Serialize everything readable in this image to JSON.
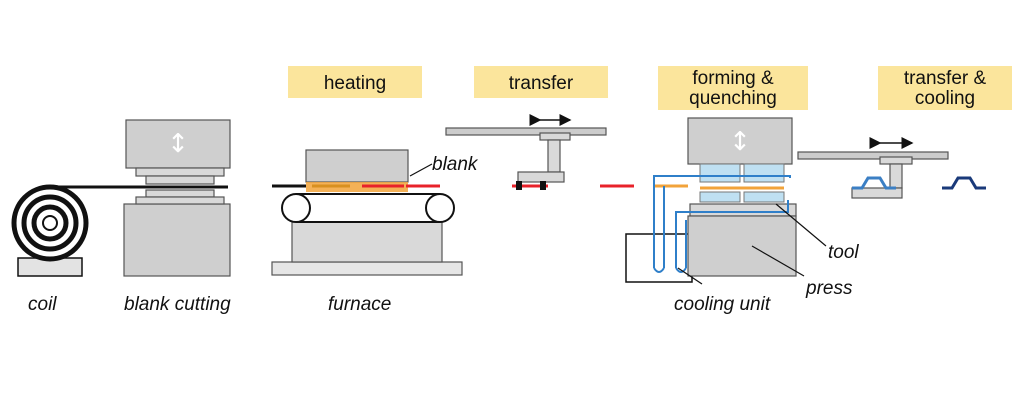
{
  "stages": {
    "heating": "heating",
    "transfer": "transfer",
    "forming_line1": "forming &",
    "forming_line2": "quenching",
    "cooling_line1": "transfer &",
    "cooling_line2": "cooling"
  },
  "labels": {
    "coil": "coil",
    "blank_cutting": "blank cutting",
    "furnace": "furnace",
    "blank": "blank",
    "tool": "tool",
    "press": "press",
    "cooling_unit": "cooling unit"
  },
  "icons": {
    "vertical_arrow": "↕",
    "horizontal_arrow": "↔"
  },
  "colors": {
    "stage_box": "#fbe59c",
    "hot_blank": "#e8222a",
    "heated_blank": "#f2a33a",
    "cooling_pipe": "#2f7fc9",
    "formed_part_warm": "#3b7fc4",
    "formed_part_cold": "#1a3a7a"
  }
}
